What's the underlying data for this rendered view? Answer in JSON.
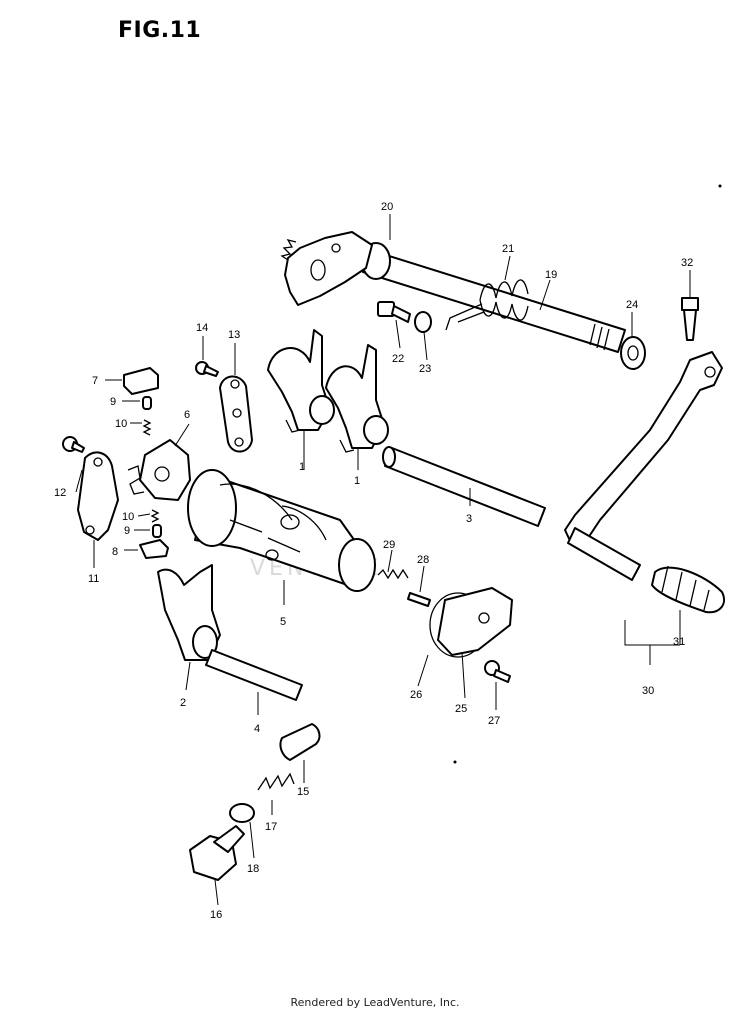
{
  "figure": {
    "title": "FIG.11",
    "footer": "Rendered by LeadVenture, Inc.",
    "watermark": "VENTURE"
  },
  "callouts": [
    {
      "id": "1a",
      "label": "1"
    },
    {
      "id": "1b",
      "label": "1"
    },
    {
      "id": "2",
      "label": "2"
    },
    {
      "id": "3",
      "label": "3"
    },
    {
      "id": "4",
      "label": "4"
    },
    {
      "id": "5",
      "label": "5"
    },
    {
      "id": "6",
      "label": "6"
    },
    {
      "id": "7",
      "label": "7"
    },
    {
      "id": "8",
      "label": "8"
    },
    {
      "id": "9a",
      "label": "9"
    },
    {
      "id": "9b",
      "label": "9"
    },
    {
      "id": "10a",
      "label": "10"
    },
    {
      "id": "10b",
      "label": "10"
    },
    {
      "id": "11",
      "label": "11"
    },
    {
      "id": "12",
      "label": "12"
    },
    {
      "id": "13",
      "label": "13"
    },
    {
      "id": "14",
      "label": "14"
    },
    {
      "id": "15",
      "label": "15"
    },
    {
      "id": "16",
      "label": "16"
    },
    {
      "id": "17",
      "label": "17"
    },
    {
      "id": "18",
      "label": "18"
    },
    {
      "id": "19",
      "label": "19"
    },
    {
      "id": "20",
      "label": "20"
    },
    {
      "id": "21",
      "label": "21"
    },
    {
      "id": "22",
      "label": "22"
    },
    {
      "id": "23",
      "label": "23"
    },
    {
      "id": "24",
      "label": "24"
    },
    {
      "id": "25",
      "label": "25"
    },
    {
      "id": "26",
      "label": "26"
    },
    {
      "id": "27",
      "label": "27"
    },
    {
      "id": "28",
      "label": "28"
    },
    {
      "id": "29",
      "label": "29"
    },
    {
      "id": "30",
      "label": "30"
    },
    {
      "id": "31",
      "label": "31"
    },
    {
      "id": "32",
      "label": "32"
    }
  ]
}
